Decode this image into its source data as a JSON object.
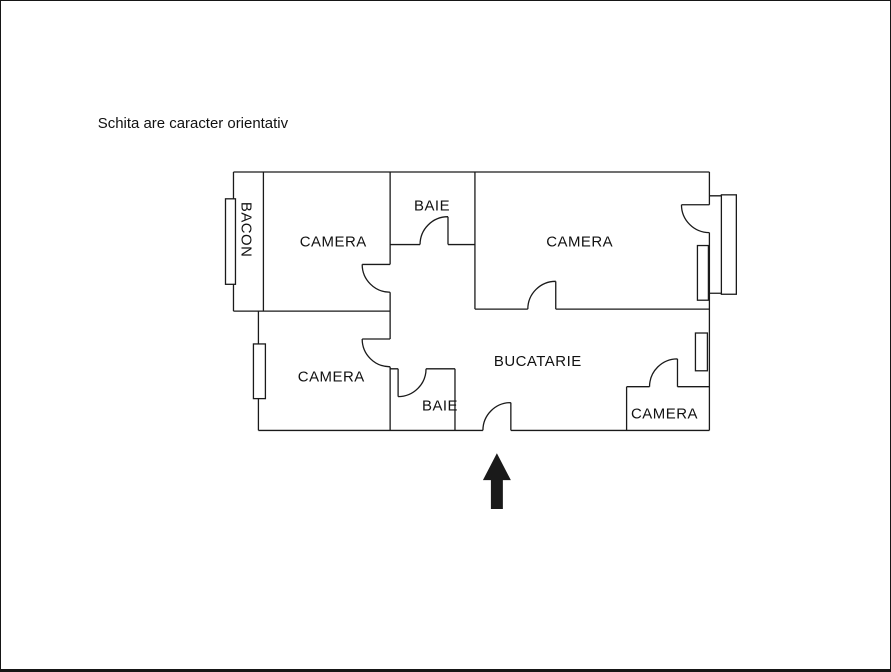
{
  "note": "Schita are caracter orientativ",
  "floor_plan": {
    "labels": {
      "balcony": "BACON",
      "camera_top_left": "CAMERA",
      "baie_top": "BAIE",
      "camera_top_right": "CAMERA",
      "camera_bottom_left": "CAMERA",
      "bucatarie": "BUCATARIE",
      "baie_bottom": "BAIE",
      "camera_bottom_right": "CAMERA"
    }
  },
  "colors": {
    "wall_line": "#1a1a1a",
    "text": "#111111",
    "background": "#ffffff",
    "arrow": "#1a1a1a"
  }
}
